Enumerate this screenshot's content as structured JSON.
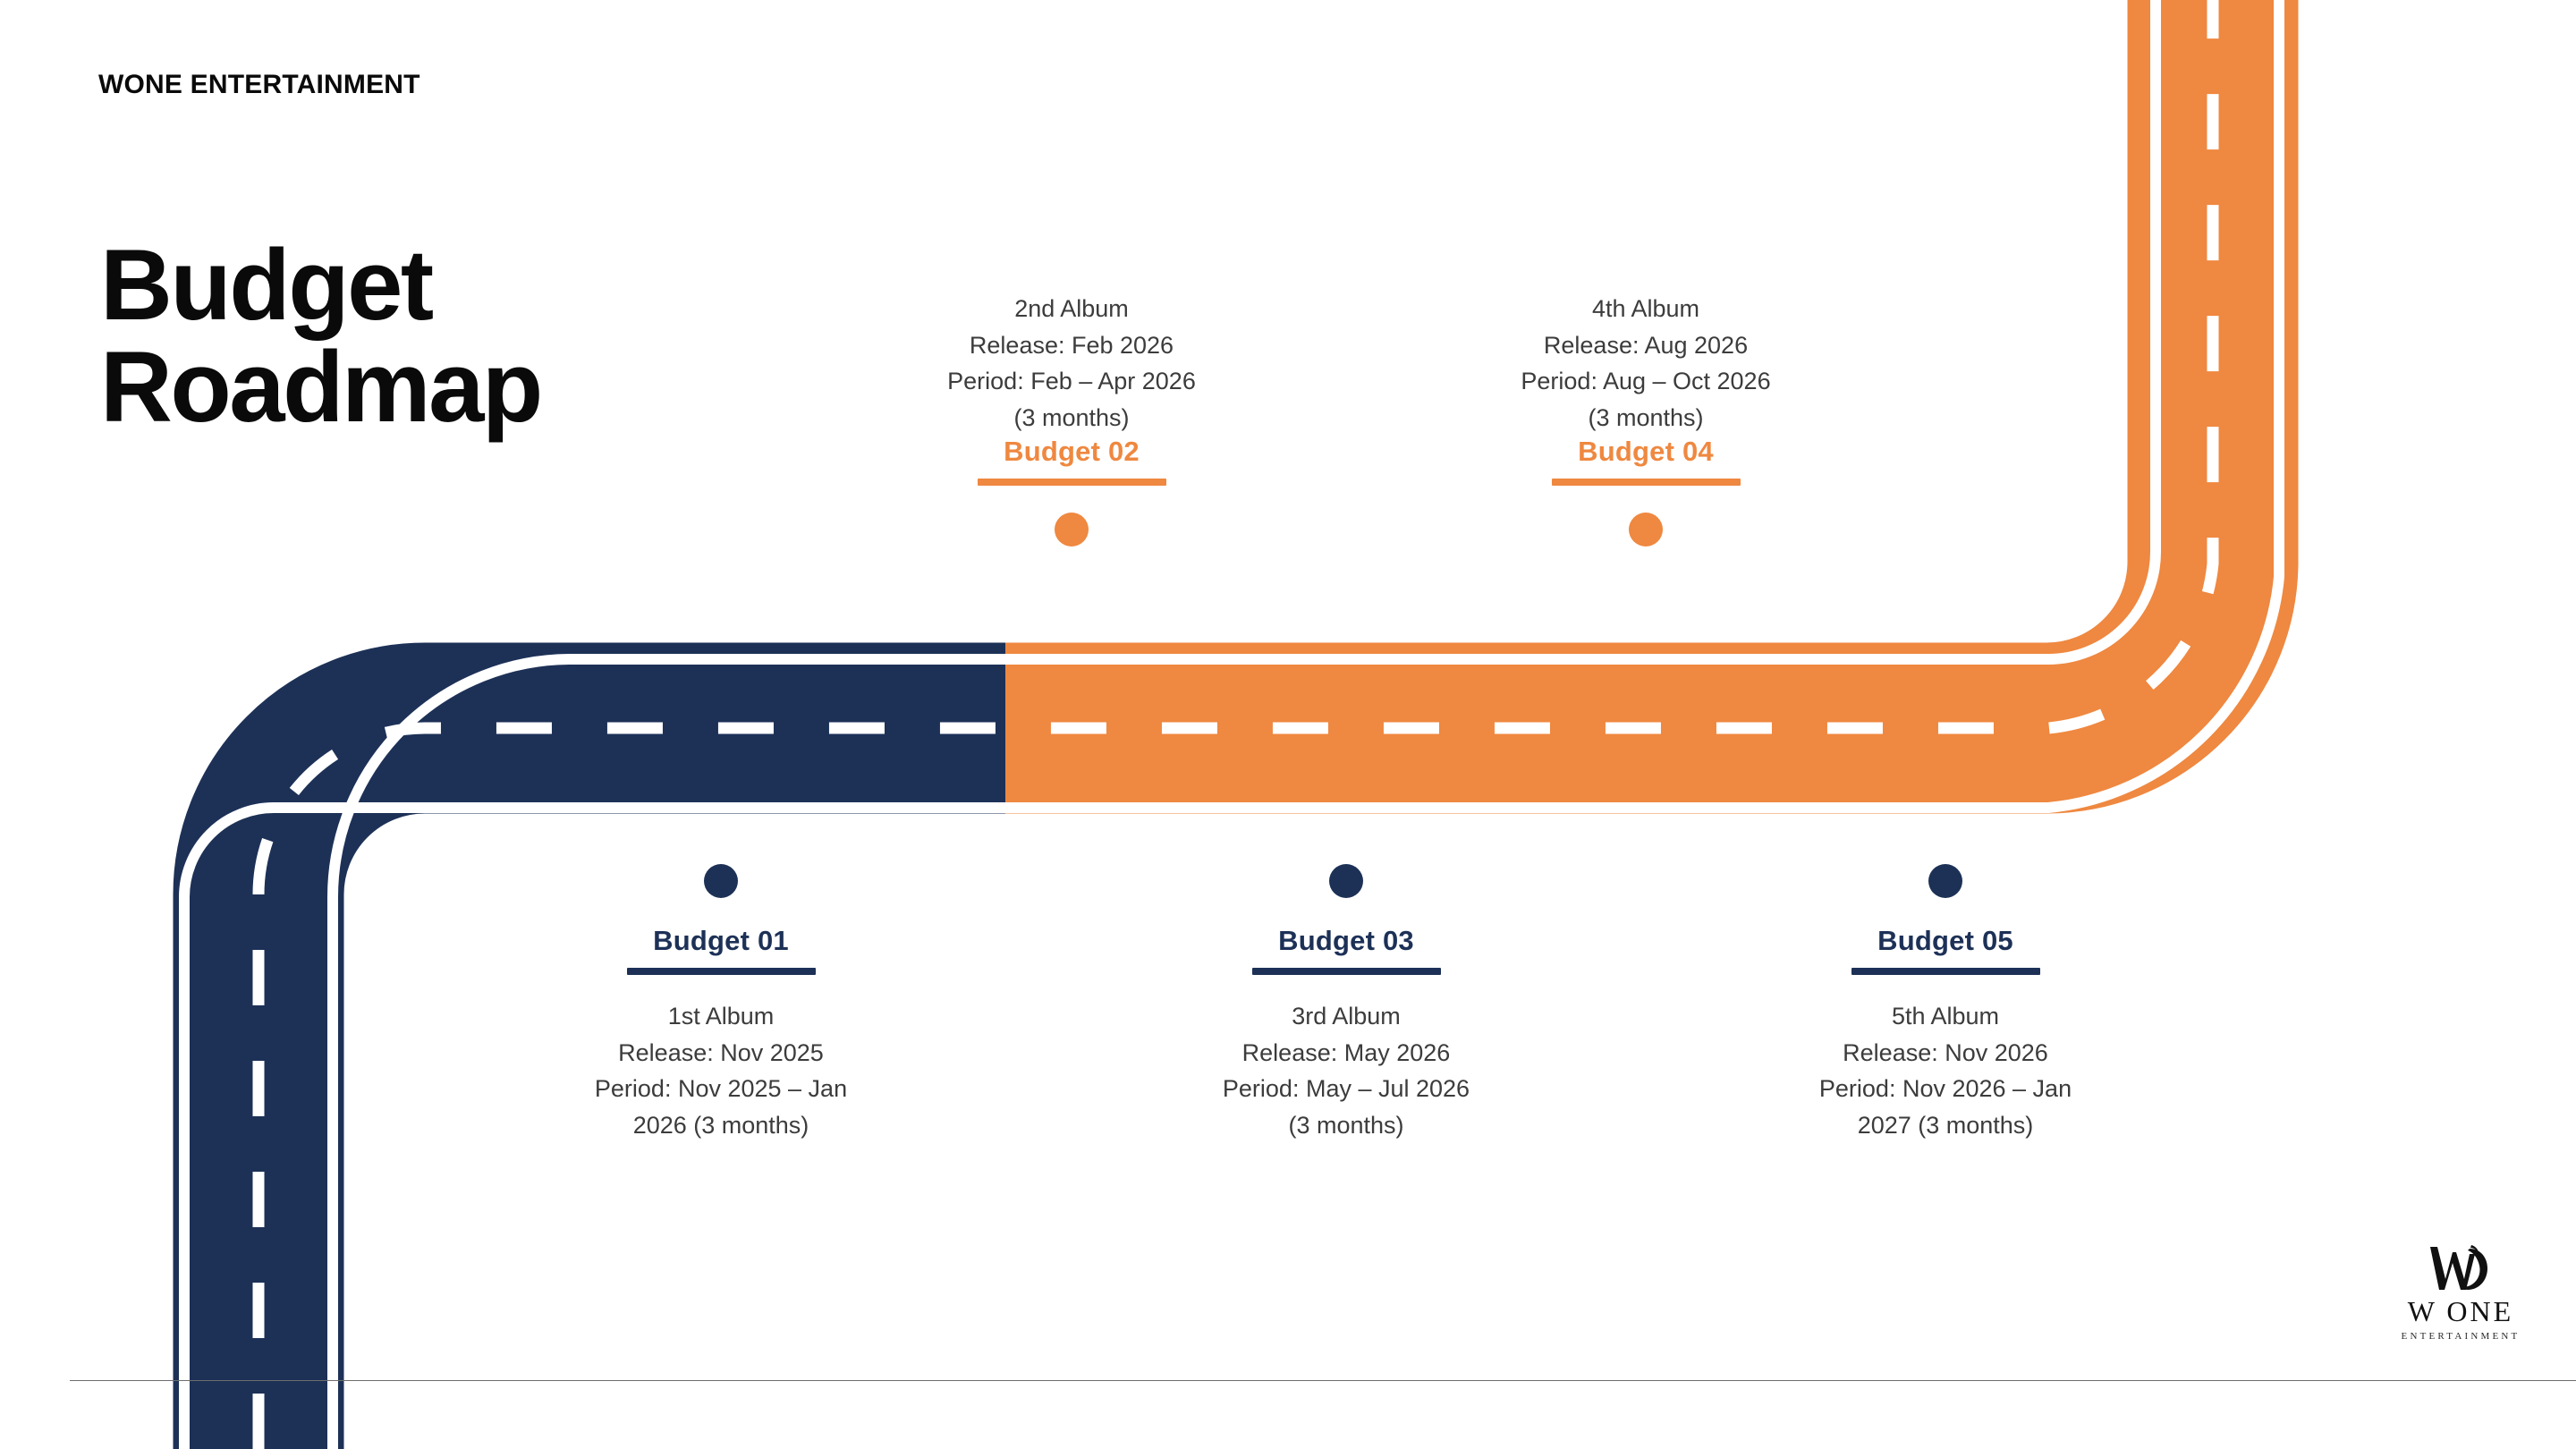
{
  "brand": {
    "name": "WONE ENTERTAINMENT",
    "logo_word": "W ONE",
    "logo_sub": "ENTERTAINMENT"
  },
  "title": "Budget\nRoadmap",
  "colors": {
    "navy": "#1d3157",
    "orange": "#ef8840",
    "body_text": "#3c3c3c",
    "heading": "#0a0a0a",
    "rule": "#6d6d6d",
    "lane_marking": "#ffffff"
  },
  "milestones": [
    {
      "id": "budget-01",
      "label": "Budget 01",
      "album": "1st Album",
      "release": "Release: Nov 2025",
      "period": "Period: Nov 2025 – Jan 2026 (3 months)",
      "duration": "3 months",
      "desc": "1st Album\nRelease: Nov 2025\nPeriod: Nov 2025 – Jan\n2026 (3 months)",
      "position": "below",
      "accent": "#1d3157"
    },
    {
      "id": "budget-02",
      "label": "Budget 02",
      "album": "2nd Album",
      "release": "Release: Feb 2026",
      "period": "Period: Feb – Apr 2026 (3 months)",
      "duration": "3 months",
      "desc": "2nd Album\nRelease: Feb 2026\nPeriod: Feb – Apr 2026\n(3 months)",
      "position": "above",
      "accent": "#ef8840"
    },
    {
      "id": "budget-03",
      "label": "Budget 03",
      "album": "3rd Album",
      "release": "Release: May 2026",
      "period": "Period: May – Jul 2026 (3 months)",
      "duration": "3 months",
      "desc": "3rd Album\nRelease: May 2026\nPeriod: May – Jul 2026\n(3 months)",
      "position": "below",
      "accent": "#1d3157"
    },
    {
      "id": "budget-04",
      "label": "Budget 04",
      "album": "4th Album",
      "release": "Release: Aug 2026",
      "period": "Period: Aug – Oct 2026 (3 months)",
      "duration": "3 months",
      "desc": "4th Album\nRelease: Aug 2026\nPeriod: Aug – Oct 2026\n(3 months)",
      "position": "above",
      "accent": "#ef8840"
    },
    {
      "id": "budget-05",
      "label": "Budget 05",
      "album": "5th Album",
      "release": "Release: Nov 2026",
      "period": "Period: Nov 2026 – Jan 2027 (3 months)",
      "duration": "3 months",
      "desc": "5th Album\nRelease: Nov 2026\nPeriod: Nov 2026 – Jan\n2027 (3 months)",
      "position": "below",
      "accent": "#1d3157"
    }
  ]
}
